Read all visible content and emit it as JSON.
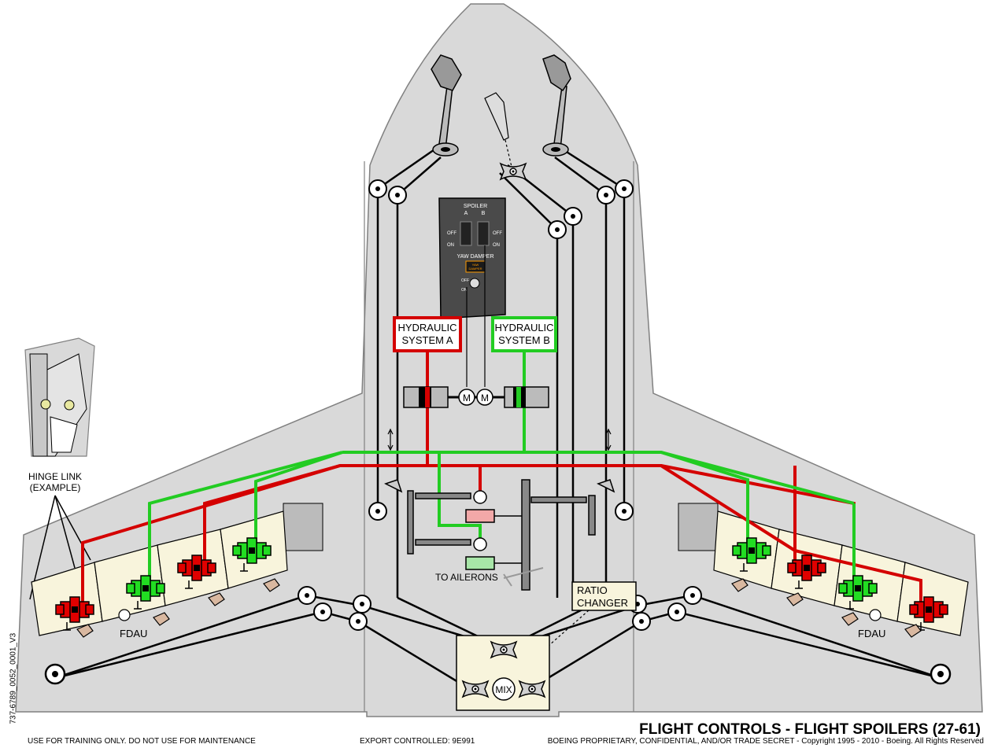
{
  "title": "FLIGHT CONTROLS - FLIGHT SPOILERS (27-61)",
  "doc_id": "737-6789_0052_0001_V3",
  "footer": {
    "left": "USE FOR TRAINING ONLY. DO NOT USE FOR MAINTENANCE",
    "center": "EXPORT CONTROLLED: 9E991",
    "right": "BOEING PROPRIETARY, CONFIDENTIAL, AND/OR TRADE SECRET - Copyright 1995 - 2010 - Boeing. All Rights Reserved"
  },
  "labels": {
    "hinge_link_1": "HINGE LINK",
    "hinge_link_2": "(EXAMPLE)",
    "hyd_a_1": "HYDRAULIC",
    "hyd_a_2": "SYSTEM A",
    "hyd_b_1": "HYDRAULIC",
    "hyd_b_2": "SYSTEM B",
    "to_ailerons": "TO AILERONS",
    "ratio_1": "RATIO",
    "ratio_2": "CHANGER",
    "fdau_left": "FDAU",
    "fdau_right": "FDAU",
    "mix": "MIX",
    "motor_a": "M",
    "motor_b": "M"
  },
  "panel": {
    "spoiler": "SPOILER",
    "a": "A",
    "b": "B",
    "off": "OFF",
    "on": "ON",
    "yaw_damper": "YAW DAMPER",
    "yaw_damper_light_1": "YAW",
    "yaw_damper_light_2": "DAMPER"
  },
  "colors": {
    "system_a": "#d40000",
    "system_b": "#22cc22",
    "background": "#d9d9d9",
    "box_fill": "#f8f4dc"
  }
}
